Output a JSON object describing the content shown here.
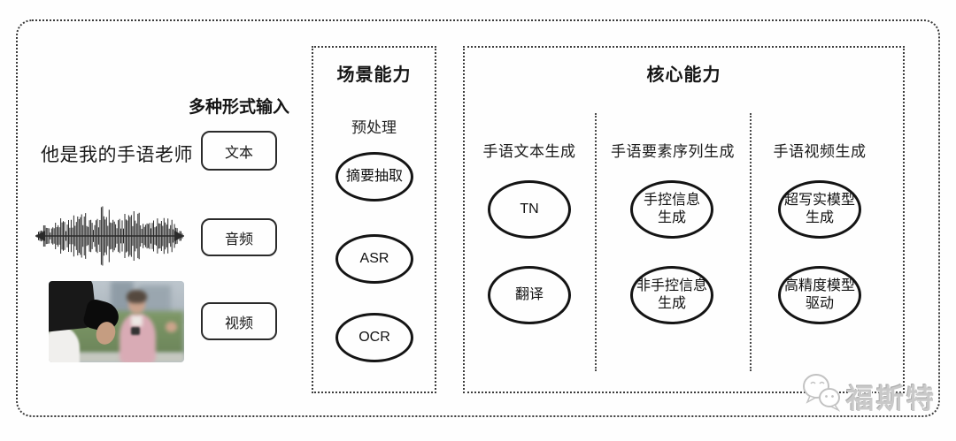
{
  "input_section": {
    "header": "多种形式输入",
    "sentence": "他是我的手语老师",
    "items": [
      {
        "label": "文本"
      },
      {
        "label": "音频"
      },
      {
        "label": "视频"
      }
    ]
  },
  "scene_section": {
    "title": "场景能力",
    "subtitle": "预处理",
    "nodes": [
      "摘要抽取",
      "ASR",
      "OCR"
    ]
  },
  "core_section": {
    "title": "核心能力",
    "columns": [
      {
        "header": "手语文本生成",
        "nodes": [
          "TN",
          "翻译"
        ]
      },
      {
        "header": "手语要素序列生成",
        "nodes": [
          "手控信息\n生成",
          "非手控信息\n生成"
        ]
      },
      {
        "header": "手语视频生成",
        "nodes": [
          "超写实模型\n生成",
          "高精度模型\n驱动"
        ]
      }
    ]
  },
  "watermark": {
    "icon": "chat-bubbles-icon",
    "text": "福斯特"
  },
  "colors": {
    "outline": "#3a3a3a",
    "node_stroke": "#141414",
    "text": "#1d1d1d",
    "watermark": "#c9c9c9"
  }
}
